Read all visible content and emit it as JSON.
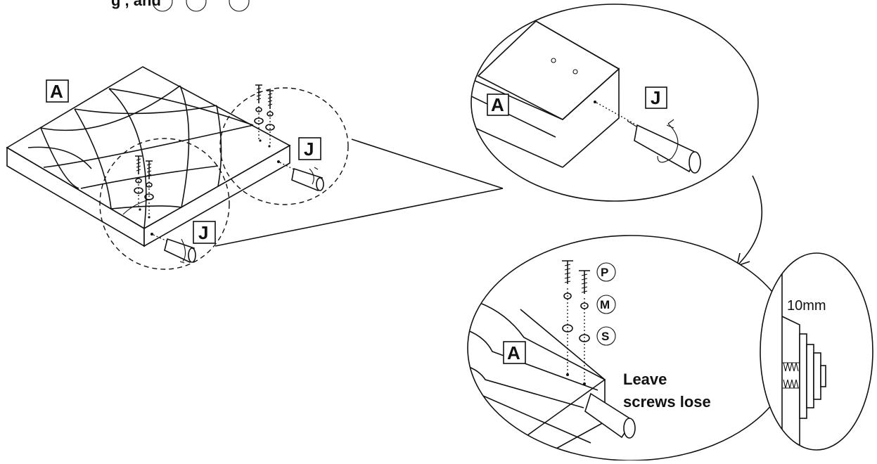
{
  "header": {
    "text_partial": "g , and"
  },
  "labels": {
    "panel": "A",
    "leg": "J",
    "screw": "P",
    "spring_washer": "M",
    "flat_washer": "S"
  },
  "notes": {
    "leave_line1": "Leave",
    "leave_line2": "screws lose",
    "measurement": "10mm"
  }
}
